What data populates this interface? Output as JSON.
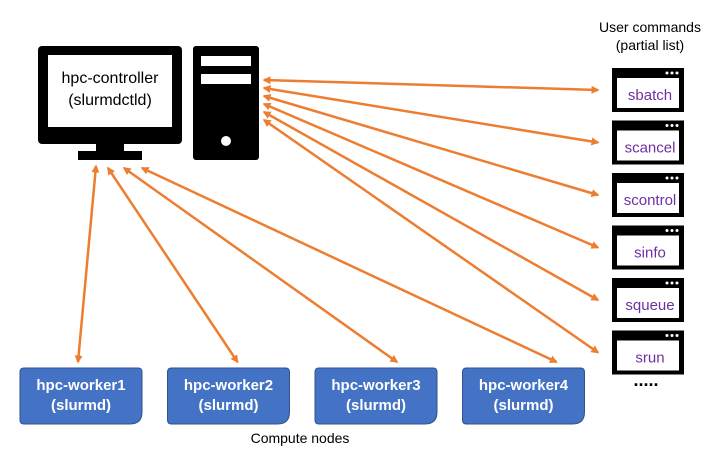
{
  "controller": {
    "name": "hpc-controller",
    "daemon": "(slurmdctld)"
  },
  "user_commands": {
    "title_line1": "User commands",
    "title_line2": "(partial list)",
    "items": [
      "sbatch",
      "scancel",
      "scontrol",
      "sinfo",
      "squeue",
      "srun"
    ],
    "more": "....."
  },
  "workers": [
    {
      "name": "hpc-worker1",
      "daemon": "(slurmd)"
    },
    {
      "name": "hpc-worker2",
      "daemon": "(slurmd)"
    },
    {
      "name": "hpc-worker3",
      "daemon": "(slurmd)"
    },
    {
      "name": "hpc-worker4",
      "daemon": "(slurmd)"
    }
  ],
  "compute_nodes_label": "Compute nodes",
  "colors": {
    "arrow": "#ED7D31",
    "worker_fill": "#4472C4",
    "worker_stroke": "#2F528F",
    "command_text": "#7030A0",
    "icon": "#000000"
  }
}
